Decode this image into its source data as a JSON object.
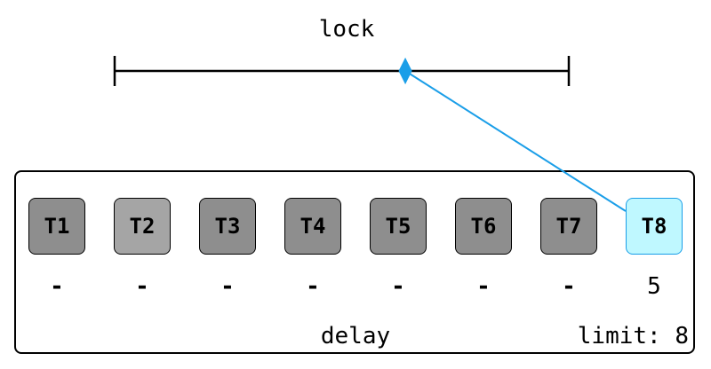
{
  "lock": {
    "label": "lock",
    "marker_position": 0.64
  },
  "threads": [
    {
      "label": "T1",
      "delay": "-",
      "state": "waiting"
    },
    {
      "label": "T2",
      "delay": "-",
      "state": "waiting-light"
    },
    {
      "label": "T3",
      "delay": "-",
      "state": "waiting"
    },
    {
      "label": "T4",
      "delay": "-",
      "state": "waiting"
    },
    {
      "label": "T5",
      "delay": "-",
      "state": "waiting"
    },
    {
      "label": "T6",
      "delay": "-",
      "state": "waiting"
    },
    {
      "label": "T7",
      "delay": "-",
      "state": "waiting"
    },
    {
      "label": "T8",
      "delay": "5",
      "state": "active"
    }
  ],
  "panel": {
    "delay_label": "delay",
    "limit_label": "limit: 8"
  },
  "colors": {
    "thread_waiting": "#8e8e8e",
    "thread_waiting_light": "#a5a5a5",
    "thread_active_fill": "#bff8ff",
    "thread_active_border": "#1a9ee8",
    "connector": "#1a9ee8",
    "line": "#000000"
  }
}
